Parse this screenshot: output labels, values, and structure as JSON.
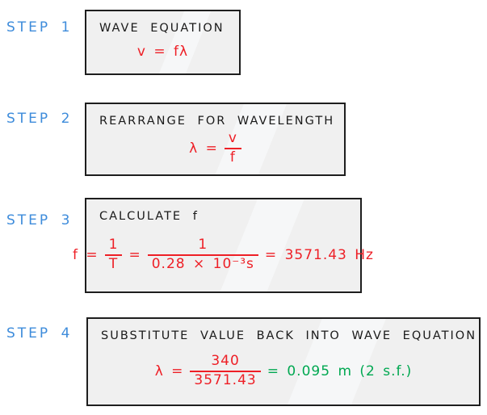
{
  "colors": {
    "step_label_blue": "#3e8cdb",
    "equation_red": "#ee1f26",
    "result_green": "#00a851",
    "box_fill": "#f0f0f0",
    "box_border": "#1e1e1e",
    "heading_black": "#1a1a1a",
    "background": "#ffffff"
  },
  "steps": [
    {
      "label": "STEP 1",
      "heading": "WAVE EQUATION",
      "equation": {
        "text": "v = fλ"
      }
    },
    {
      "label": "STEP 2",
      "heading": "REARRANGE FOR WAVELENGTH",
      "equation": {
        "lead": "λ =",
        "frac": {
          "num": "v",
          "den": "f"
        }
      }
    },
    {
      "label": "STEP 3",
      "heading": "CALCULATE f",
      "equation": {
        "lead": "f =",
        "frac1": {
          "num": "1",
          "den": "T"
        },
        "mid": "=",
        "frac2": {
          "num": "1",
          "den": "0.28 × 10⁻³s"
        },
        "result": "= 3571.43 Hz"
      }
    },
    {
      "label": "STEP 4",
      "heading": "SUBSTITUTE VALUE BACK INTO WAVE EQUATION",
      "equation": {
        "lead": "λ =",
        "frac": {
          "num": "340",
          "den": "3571.43"
        },
        "result": "= 0.095 m (2 s.f.)"
      }
    }
  ]
}
